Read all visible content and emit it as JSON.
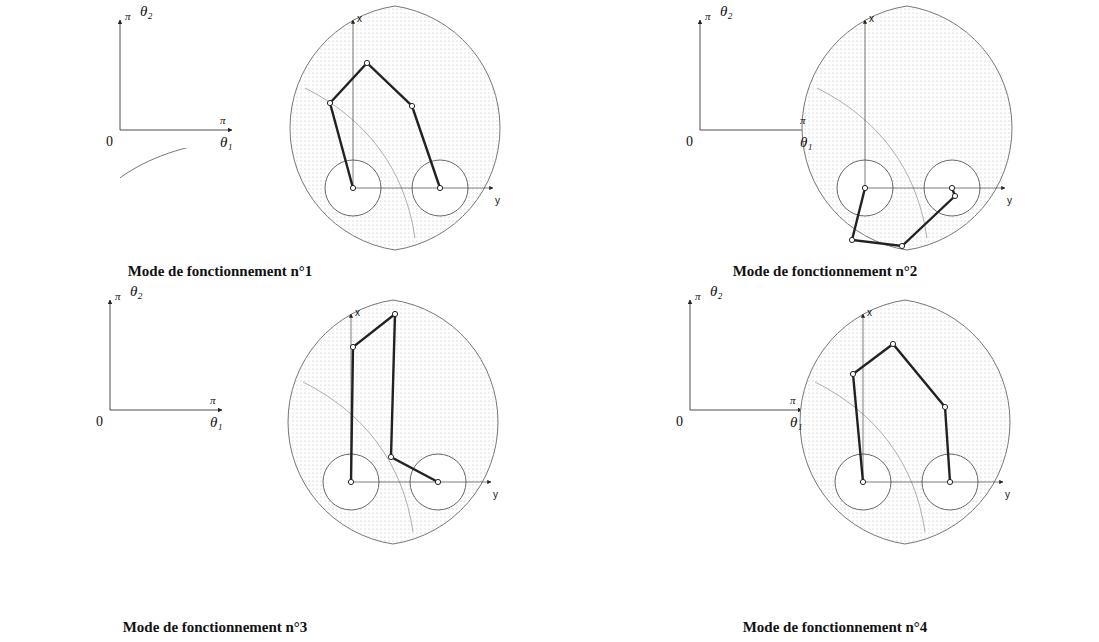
{
  "diagram": {
    "labels": [
      "θ₂",
      "π",
      "0",
      "π",
      "θ₁",
      "x",
      "y",
      "Mode de fonctionnement n°1",
      "θ₂",
      "π",
      "0",
      "π",
      "θ₁",
      "x",
      "y",
      "Mode de fonctionnement n°2",
      "θ₂",
      "π",
      "0",
      "π",
      "θ₁",
      "x",
      "y",
      "Mode de fonctionnement n°3",
      "θ₂",
      "π",
      "0",
      "π",
      "θ₁",
      "x",
      "y",
      "Mode de fonctionnement n°4"
    ]
  }
}
